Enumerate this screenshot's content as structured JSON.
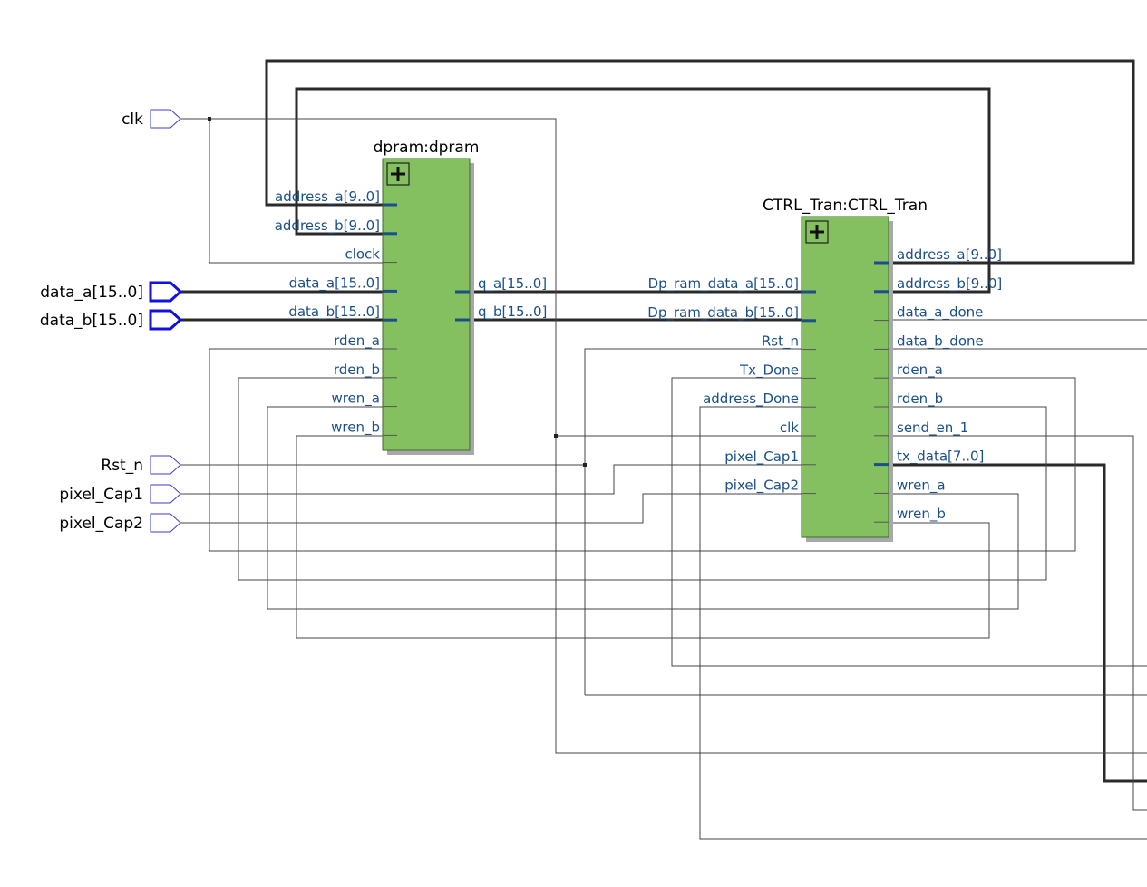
{
  "blocks": {
    "dpram": {
      "title": "dpram:dpram",
      "inputs": [
        "address_a[9..0]",
        "address_b[9..0]",
        "clock",
        "data_a[15..0]",
        "data_b[15..0]",
        "rden_a",
        "rden_b",
        "wren_a",
        "wren_b"
      ],
      "outputs": [
        "q_a[15..0]",
        "q_b[15..0]"
      ]
    },
    "ctrl": {
      "title": "CTRL_Tran:CTRL_Tran",
      "inputs": [
        "Dp_ram_data_a[15..0]",
        "Dp_ram_data_b[15..0]",
        "Rst_n",
        "Tx_Done",
        "address_Done",
        "clk",
        "pixel_Cap1",
        "pixel_Cap2"
      ],
      "outputs": [
        "address_a[9..0]",
        "address_b[9..0]",
        "data_a_done",
        "data_b_done",
        "rden_a",
        "rden_b",
        "send_en_1",
        "tx_data[7..0]",
        "wren_a",
        "wren_b"
      ]
    }
  },
  "input_ports": [
    "clk",
    "data_a[15..0]",
    "data_b[15..0]",
    "Rst_n",
    "pixel_Cap1",
    "pixel_Cap2"
  ],
  "colors": {
    "block_fill": "#84c060",
    "block_border": "#3d6b2a",
    "block_shadow": "#a8a8a8",
    "pin_text": "#1a4f8a",
    "pin_stub": "#1a4f8a",
    "bus_wire": "#2a2a2a",
    "thin_wire": "#333333",
    "port_single": "#3a3ad0",
    "port_bus": "#1010e0"
  },
  "icons": {
    "expand": "plus-box-icon"
  }
}
